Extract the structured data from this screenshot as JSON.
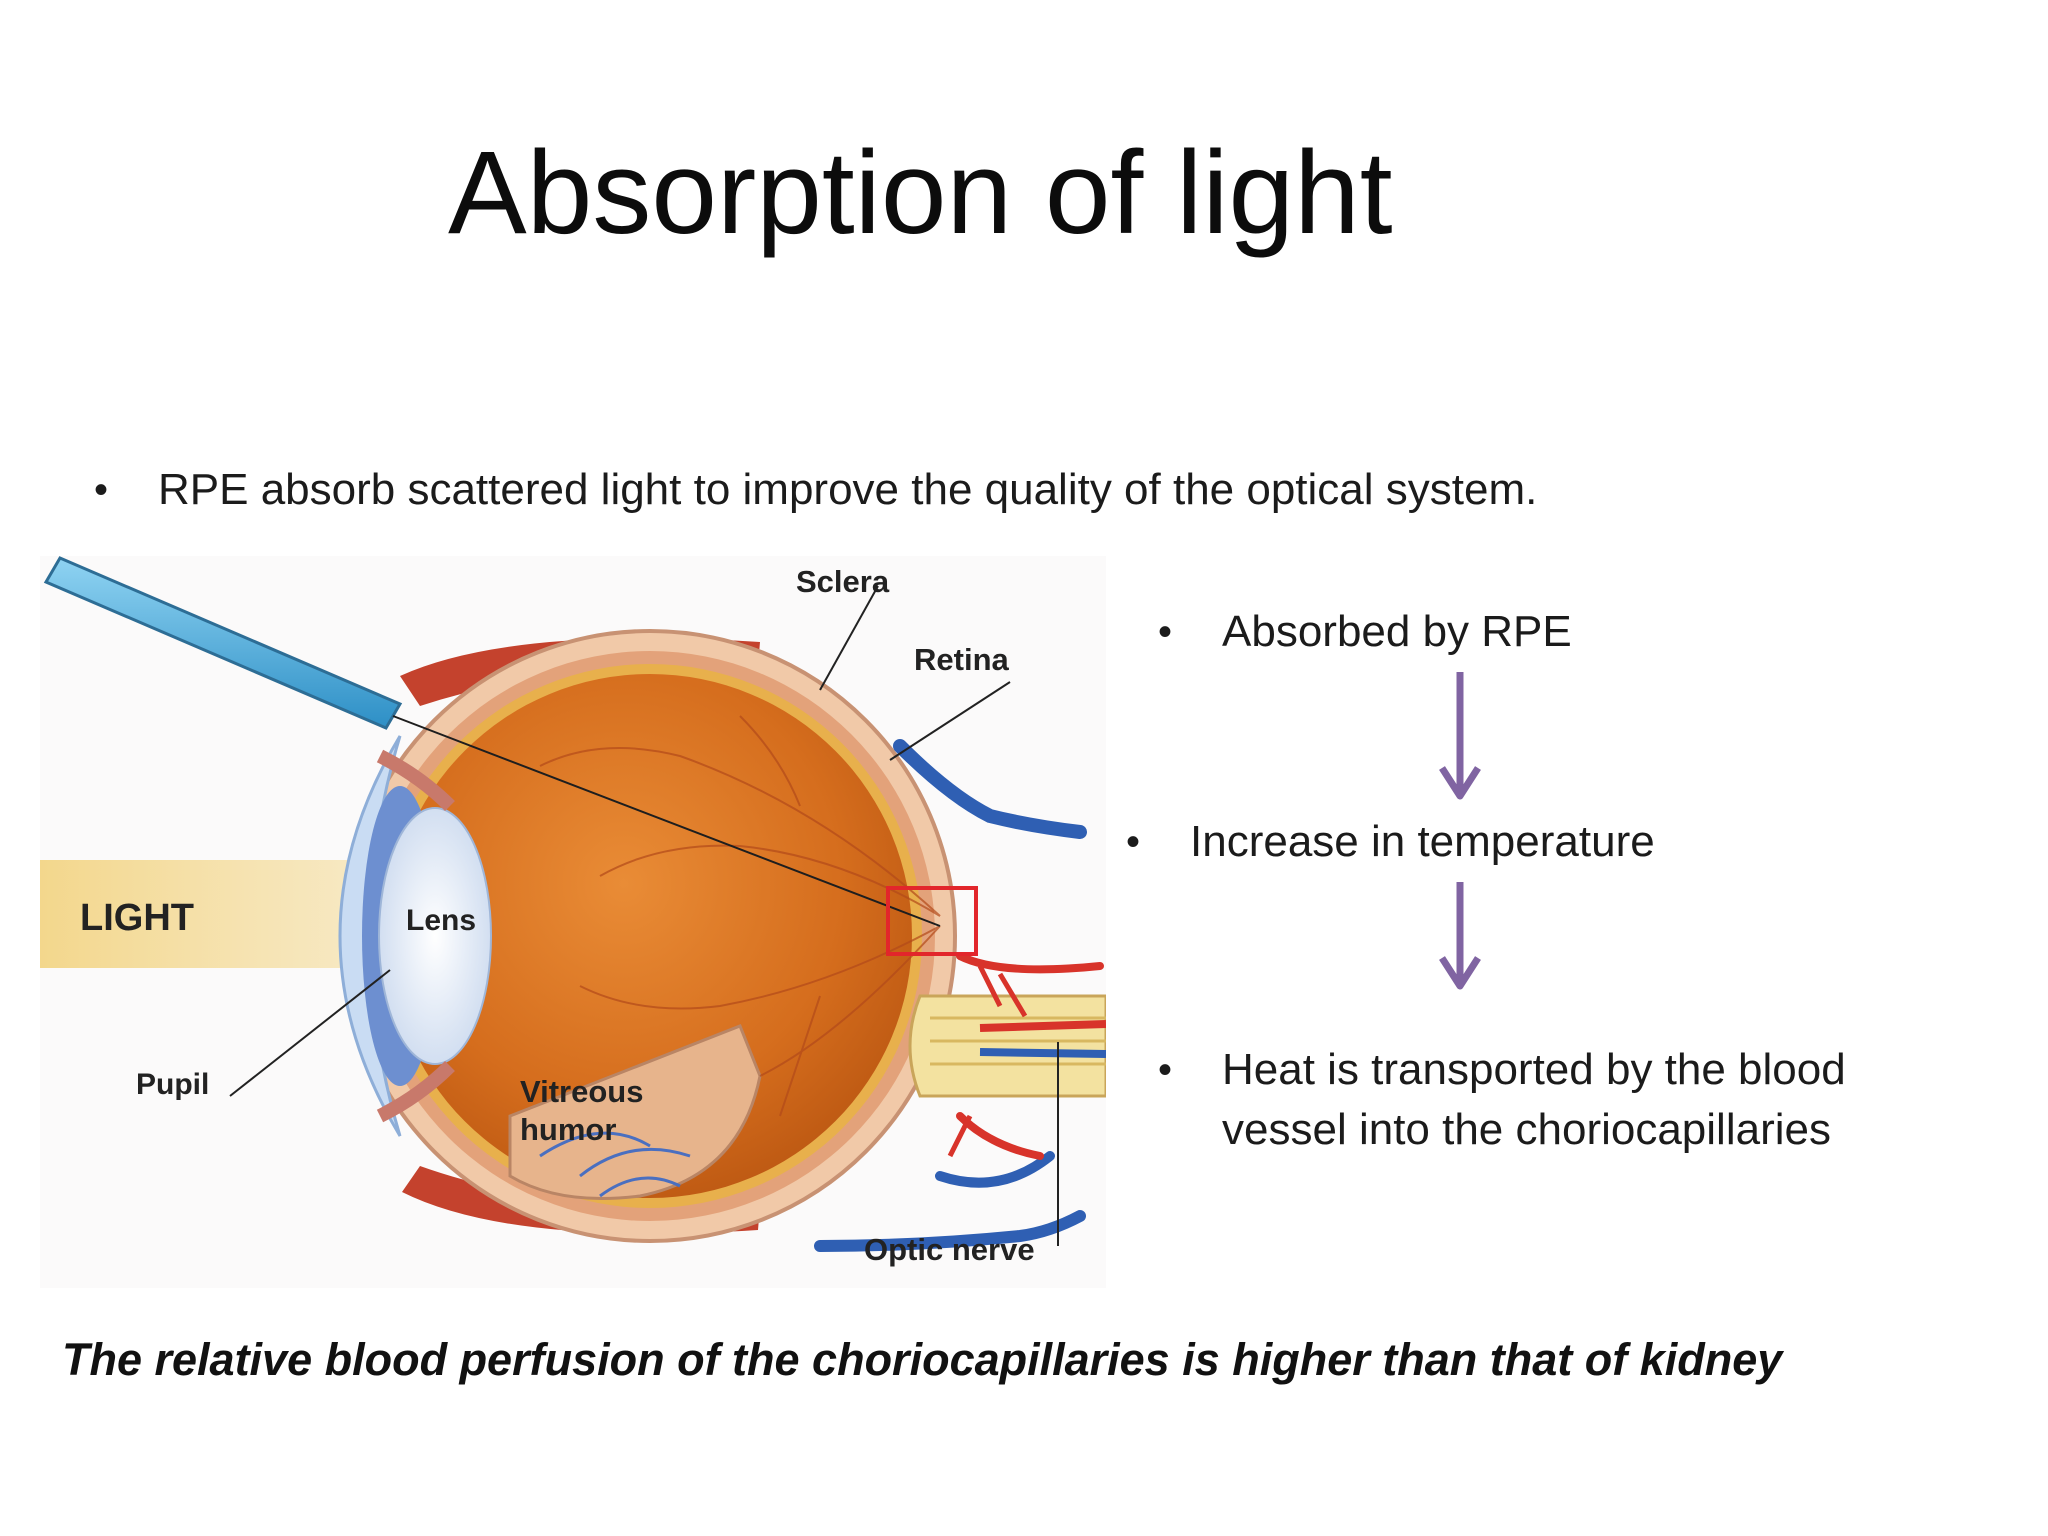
{
  "slide": {
    "title": "Absorption of light",
    "bullet_main": "RPE absorb scattered light to improve the quality of the optical system.",
    "bullet_char": "•",
    "conclusion": "The relative blood perfusion of the choriocapillaries is higher than that of kidney"
  },
  "flow": {
    "steps": [
      "Absorbed by RPE",
      "Increase in temperature",
      "Heat is transported by the blood vessel into the choriocapillaries"
    ],
    "arrow_color": "#8064a2"
  },
  "diagram": {
    "labels": {
      "sclera": "Sclera",
      "retina": "Retina",
      "light": "LIGHT",
      "lens": "Lens",
      "pupil": "Pupil",
      "vitreous_1": "Vitreous",
      "vitreous_2": "humor",
      "optic_nerve": "Optic nerve"
    },
    "colors": {
      "eye_interior": "#d9731f",
      "sclera": "#f1c9a8",
      "muscle": "#c4422d",
      "vein": "#2f5fb3",
      "artery": "#d8332a",
      "light_beam": "#f5d98f",
      "laser": "#4fb3de",
      "highlight_box": "#e2262b"
    }
  }
}
